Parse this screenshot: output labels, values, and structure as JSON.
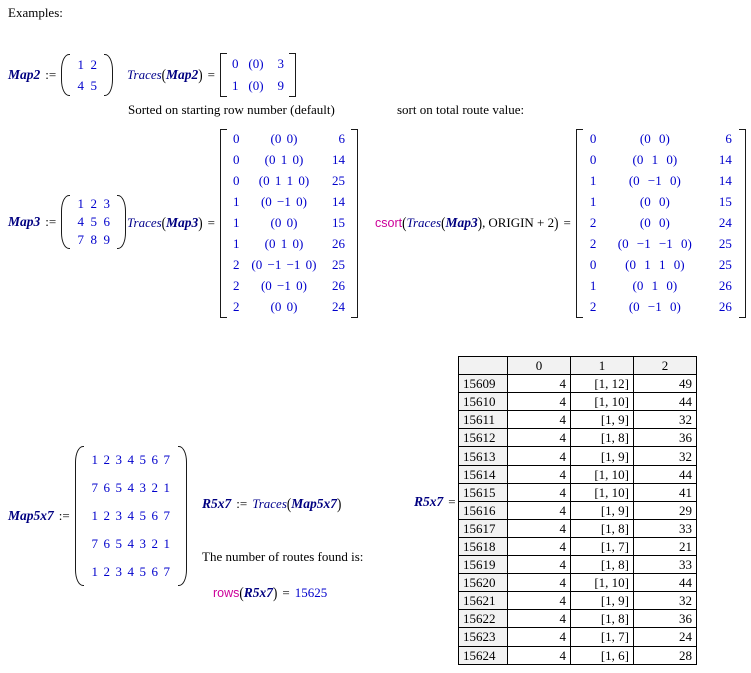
{
  "labels": {
    "examples": "Examples:",
    "sorted_caption": "Sorted on starting row number (default)",
    "sort_total_caption": "sort on total route value:",
    "routes_found": "The number of routes found is:"
  },
  "symbols": {
    "assign": ":=",
    "equals": "=",
    "lparen": "(",
    "rparen": ")",
    "comma": ","
  },
  "map2": {
    "name": "Map2",
    "matrix": [
      [
        "1",
        "2"
      ],
      [
        "4",
        "5"
      ]
    ]
  },
  "traces_map2": {
    "func": "Traces",
    "arg": "Map2",
    "result": [
      [
        "0",
        "(0)",
        "3"
      ],
      [
        "1",
        "(0)",
        "9"
      ]
    ]
  },
  "map3": {
    "name": "Map3",
    "matrix": [
      [
        "1",
        "2",
        "3"
      ],
      [
        "4",
        "5",
        "6"
      ],
      [
        "7",
        "8",
        "9"
      ]
    ]
  },
  "traces_map3": {
    "func": "Traces",
    "arg": "Map3",
    "result": [
      [
        "0",
        "(0 0)",
        "6"
      ],
      [
        "0",
        "(0 1 0)",
        "14"
      ],
      [
        "0",
        "(0 1 1 0)",
        "25"
      ],
      [
        "1",
        "(0 −1 0)",
        "14"
      ],
      [
        "1",
        "(0 0)",
        "15"
      ],
      [
        "1",
        "(0 1 0)",
        "26"
      ],
      [
        "2",
        "(0 −1 −1 0)",
        "25"
      ],
      [
        "2",
        "(0 −1 0)",
        "26"
      ],
      [
        "2",
        "(0 0)",
        "24"
      ]
    ]
  },
  "csort_map3": {
    "builtin": "csort",
    "func": "Traces",
    "arg": "Map3",
    "second_arg": "ORIGIN + 2",
    "result": [
      [
        "0",
        "(0 0)",
        "6"
      ],
      [
        "0",
        "(0 1 0)",
        "14"
      ],
      [
        "1",
        "(0 −1 0)",
        "14"
      ],
      [
        "1",
        "(0 0)",
        "15"
      ],
      [
        "2",
        "(0 0)",
        "24"
      ],
      [
        "2",
        "(0 −1 −1 0)",
        "25"
      ],
      [
        "0",
        "(0 1 1 0)",
        "25"
      ],
      [
        "1",
        "(0 1 0)",
        "26"
      ],
      [
        "2",
        "(0 −1 0)",
        "26"
      ]
    ]
  },
  "map5x7": {
    "name": "Map5x7",
    "matrix": [
      [
        "1",
        "2",
        "3",
        "4",
        "5",
        "6",
        "7"
      ],
      [
        "7",
        "6",
        "5",
        "4",
        "3",
        "2",
        "1"
      ],
      [
        "1",
        "2",
        "3",
        "4",
        "5",
        "6",
        "7"
      ],
      [
        "7",
        "6",
        "5",
        "4",
        "3",
        "2",
        "1"
      ],
      [
        "1",
        "2",
        "3",
        "4",
        "5",
        "6",
        "7"
      ]
    ]
  },
  "r5x7_definition": {
    "lhs": "R5x7",
    "func": "Traces",
    "arg": "Map5x7"
  },
  "rows_count": {
    "builtin": "rows",
    "arg": "R5x7",
    "value": "15625"
  },
  "r5x7_table": {
    "lhs": "R5x7",
    "headers": [
      "",
      "0",
      "1",
      "2"
    ],
    "rows": [
      [
        "15609",
        "4",
        "[1, 12]",
        "49"
      ],
      [
        "15610",
        "4",
        "[1, 10]",
        "44"
      ],
      [
        "15611",
        "4",
        "[1, 9]",
        "32"
      ],
      [
        "15612",
        "4",
        "[1, 8]",
        "36"
      ],
      [
        "15613",
        "4",
        "[1, 9]",
        "32"
      ],
      [
        "15614",
        "4",
        "[1, 10]",
        "44"
      ],
      [
        "15615",
        "4",
        "[1, 10]",
        "41"
      ],
      [
        "15616",
        "4",
        "[1, 9]",
        "29"
      ],
      [
        "15617",
        "4",
        "[1, 8]",
        "33"
      ],
      [
        "15618",
        "4",
        "[1, 7]",
        "21"
      ],
      [
        "15619",
        "4",
        "[1, 8]",
        "33"
      ],
      [
        "15620",
        "4",
        "[1, 10]",
        "44"
      ],
      [
        "15621",
        "4",
        "[1, 9]",
        "32"
      ],
      [
        "15622",
        "4",
        "[1, 8]",
        "36"
      ],
      [
        "15623",
        "4",
        "[1, 7]",
        "24"
      ],
      [
        "15624",
        "4",
        "[1, 6]",
        "28"
      ]
    ]
  }
}
